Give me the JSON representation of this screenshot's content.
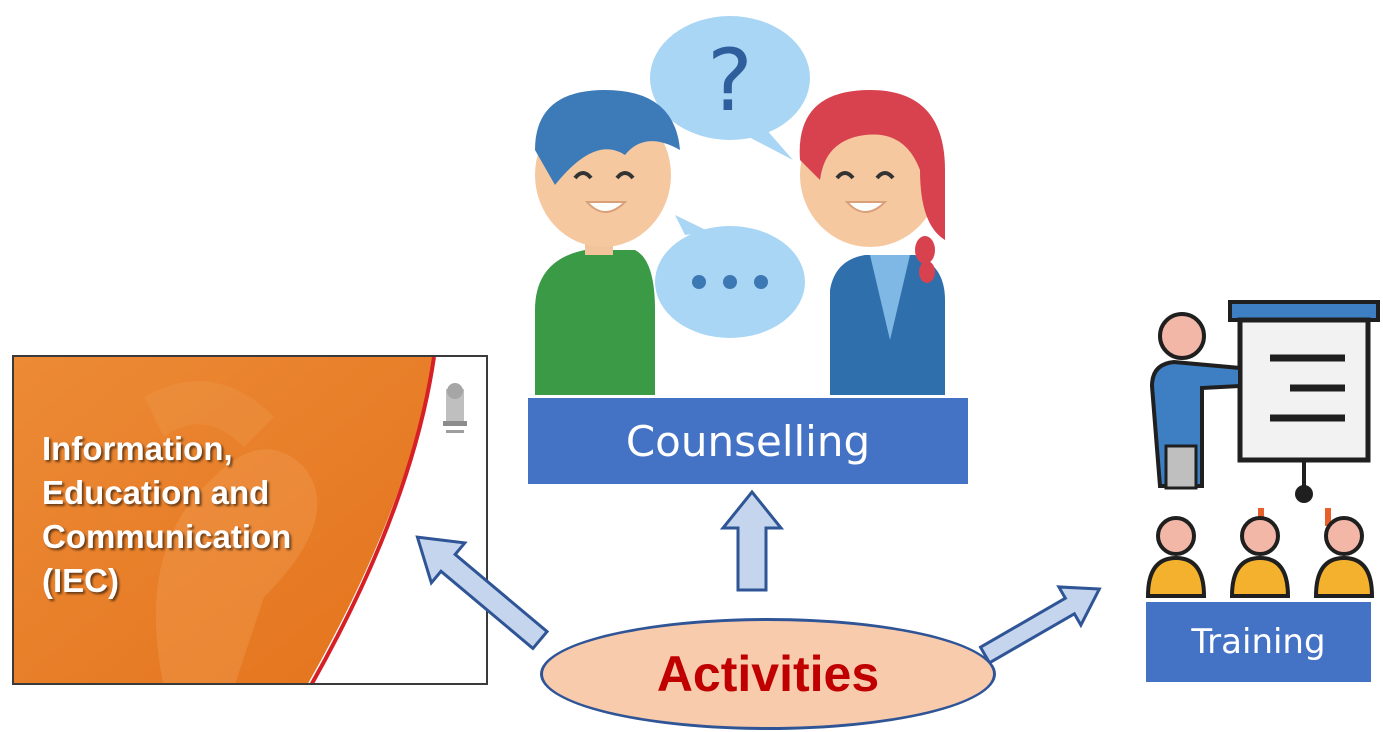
{
  "iec_card": {
    "title_lines": [
      "Information,",
      "Education and",
      "Communication",
      "(IEC)"
    ],
    "emblem_icon": "national-emblem-icon"
  },
  "counselling": {
    "label": "Counselling",
    "question_mark": "?",
    "icons": [
      "question-bubble-icon",
      "ellipsis-bubble-icon",
      "boy-icon",
      "girl-icon"
    ]
  },
  "training": {
    "label": "Training",
    "icons": [
      "presenter-icon",
      "presentation-board-icon",
      "audience-icon"
    ]
  },
  "activities": {
    "label": "Activities"
  },
  "colors": {
    "label_box": "#4472c4",
    "ellipse_fill": "#f8cbad",
    "ellipse_text": "#c00000",
    "arrow_fill": "#c5d5ee",
    "arrow_stroke": "#2f5597",
    "iec_orange": "#e8822c"
  }
}
